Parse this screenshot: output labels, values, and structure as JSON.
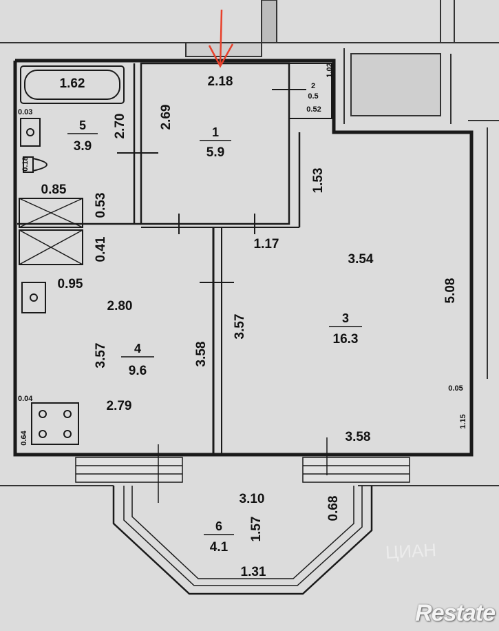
{
  "plan": {
    "rooms": [
      {
        "id": "1",
        "area": "5.9"
      },
      {
        "id": "2",
        "area": "0.5"
      },
      {
        "id": "3",
        "area": "16.3"
      },
      {
        "id": "4",
        "area": "9.6"
      },
      {
        "id": "5",
        "area": "3.9"
      },
      {
        "id": "6",
        "area": "4.1"
      }
    ],
    "dims": {
      "bath_len": "1.62",
      "hall_top": "2.18",
      "hall_side": "2.69",
      "bath_side": "2.70",
      "closet_top": "1.02",
      "closet_w": "0.52",
      "sink_gap": "0.03",
      "wc_gap": "0.18",
      "bath_w": "0.85",
      "duct1": "0.53",
      "duct2": "0.41",
      "kitchen_sink": "0.95",
      "kitchen_top": "2.80",
      "kitchen_left": "3.57",
      "kitchen_right": "3.58",
      "kitchen_bottom": "2.79",
      "stove_gap": "0.04",
      "stove_w": "0.64",
      "corridor": "3.57",
      "room_notch": "1.17",
      "room_notch_v": "1.53",
      "room_top": "3.54",
      "room_right": "5.08",
      "room_bottom": "3.58",
      "room_gap": "0.05",
      "room_pier": "1.15",
      "balc_top": "3.10",
      "balc_depth": "1.57",
      "balc_bottom": "1.31",
      "balc_side": "0.68"
    }
  },
  "watermark": {
    "brand": "Restate",
    "ghost": "ЦИАН"
  },
  "colors": {
    "paper": "#dcdcdc",
    "wall": "#1a1a1a",
    "entry_arrow": "#e8402a"
  }
}
